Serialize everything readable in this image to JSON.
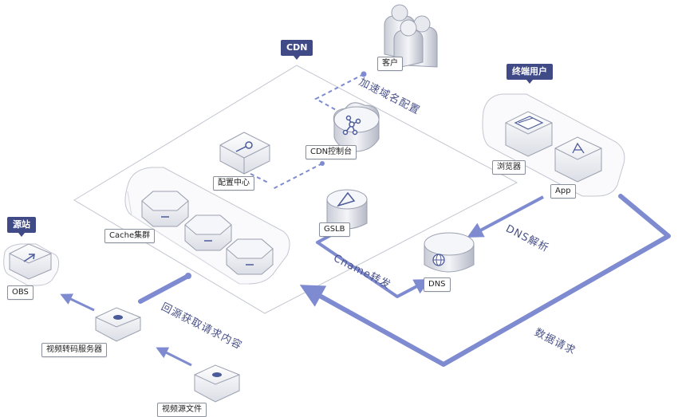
{
  "colors": {
    "accent": "#4b5a9a",
    "line": "#7f8bd0",
    "tag_bg": "#3f4a86",
    "box_line": "#c3c6d1"
  },
  "regions": {
    "cdn": "CDN",
    "end_user": "终端用户",
    "origin": "源站"
  },
  "nodes": {
    "client": "客户",
    "cdn_console": "CDN控制台",
    "config_center": "配置中心",
    "cache_cluster": "Cache集群",
    "gslb": "GSLB",
    "browser": "浏览器",
    "app": "App",
    "dns": "DNS",
    "obs": "OBS",
    "transcode_server": "视频转码服务器",
    "source_file": "视频源文件"
  },
  "flows": {
    "acc_domain_config": "加速域名配置",
    "dns_resolve": "DNS解析",
    "cname": "Cname转发",
    "back_to_origin": "回源获取请求内容",
    "data_request": "数据请求"
  },
  "icons": {
    "client": "users-icon",
    "cdn_console": "cloud-network-icon",
    "config_center": "key-icon",
    "cache": "hexagon-server-icon",
    "gslb": "triangle-beacon-icon",
    "browser": "browser-window-icon",
    "app": "app-store-icon",
    "dns": "globe-icon",
    "obs": "upload-arrow-icon",
    "transcode": "play-icon",
    "source_file": "play-icon"
  }
}
